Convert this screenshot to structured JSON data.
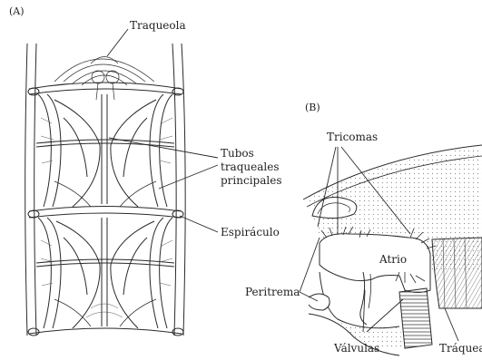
{
  "panels": {
    "a": {
      "letter": "(A)",
      "labels": {
        "traqueola": "Traqueola",
        "tubos_1": "Tubos",
        "tubos_2": "traqueales",
        "tubos_3": "principales",
        "espiraculo": "Espiráculo"
      }
    },
    "b": {
      "letter": "(B)",
      "labels": {
        "tricomas": "Tricomas",
        "atrio": "Atrio",
        "peritrema": "Peritrema",
        "valvulas": "Válvulas",
        "traquea": "Tráquea"
      }
    }
  },
  "colors": {
    "ink": "#2a2a2a",
    "stipple": "#9a9a9a",
    "background": "#ffffff"
  }
}
